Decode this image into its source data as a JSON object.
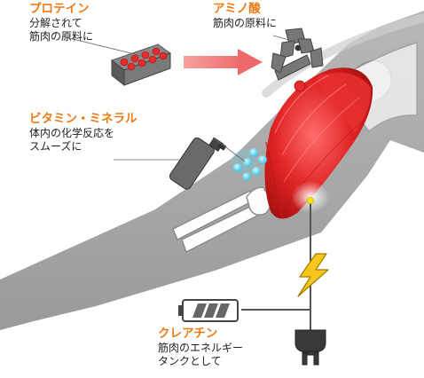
{
  "colors": {
    "accent": "#ee7a14",
    "text": "#222222",
    "muscle": "#e02424",
    "arrow": "#f08080",
    "bolt": "#f7c61c",
    "droplet": "#5ad8ee",
    "arm": "#a9a9a9"
  },
  "labels": {
    "protein": {
      "title": "プロテイン",
      "lines": [
        "分解されて",
        "筋肉の原料に"
      ]
    },
    "amino": {
      "title": "アミノ酸",
      "lines": [
        "筋肉の原料に"
      ]
    },
    "vitamin": {
      "title": "ビタミン・ミネラル",
      "lines": [
        "体内の化学反応を",
        "スムーズに"
      ]
    },
    "creatine": {
      "title": "クレアチン",
      "lines": [
        "筋肉のエネルギー",
        "タンクとして"
      ]
    }
  },
  "icons": {
    "protein": "protein-block-icon",
    "amino": "amino-claw-icon",
    "vitamin": "spray-can-icon",
    "energy": "lightning-bolt-icon",
    "battery": "battery-icon",
    "plug": "power-plug-icon"
  }
}
